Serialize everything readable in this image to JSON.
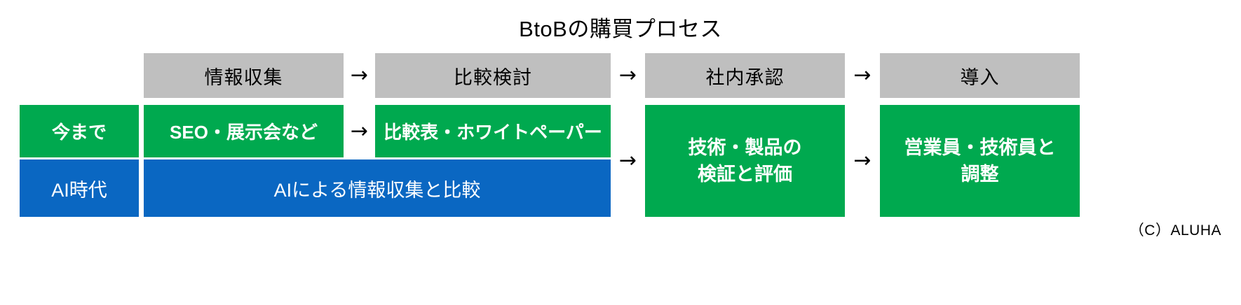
{
  "title": "BtoBの購買プロセス",
  "stages": [
    {
      "label": "情報収集"
    },
    {
      "label": "比較検討"
    },
    {
      "label": "社内承認"
    },
    {
      "label": "導入"
    }
  ],
  "row_labels": {
    "past": "今まで",
    "ai_era": "AI時代"
  },
  "past_row": [
    {
      "label": "SEO・展示会など"
    },
    {
      "label": "比較表・ホワイトペーパー"
    }
  ],
  "ai_row": [
    {
      "label": "AIによる情報収集と比較"
    }
  ],
  "shared_cells": [
    {
      "line1": "技術・製品の",
      "line2": "検証と評価"
    },
    {
      "line1": "営業員・技術員と",
      "line2": "調整"
    }
  ],
  "arrows": {
    "glyph": "→",
    "header": [
      "→",
      "→",
      "→"
    ],
    "body": [
      "→",
      "→",
      "→"
    ]
  },
  "copyright": "（C）ALUHA",
  "colors": {
    "gray": "#bfbfbf",
    "green": "#00a94f",
    "blue": "#0a67c2",
    "text_on_color": "#ffffff",
    "background": "#ffffff"
  }
}
